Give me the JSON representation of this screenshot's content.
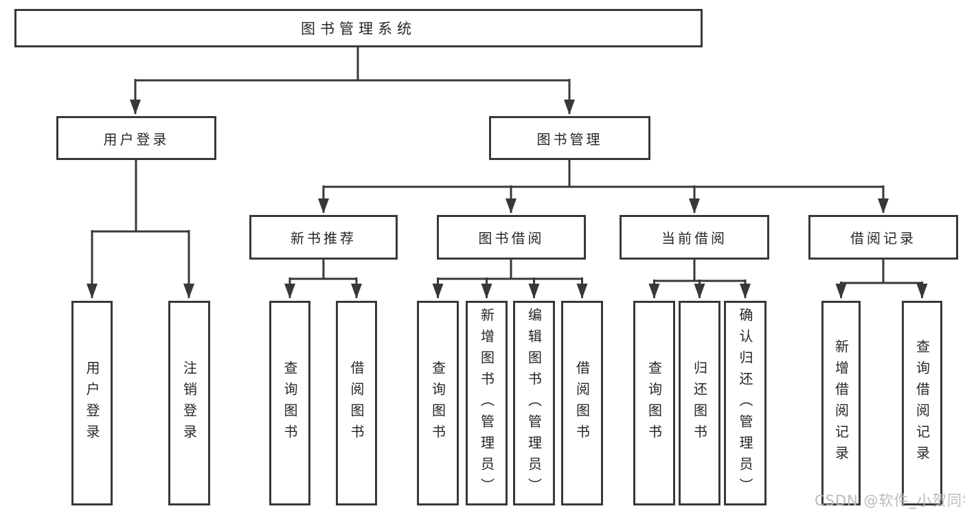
{
  "watermark": "CSDN @软件_小贺同学",
  "colors": {
    "line": "#36383b",
    "text": "#262626",
    "watermark_gray": "#b5b5b5",
    "background": "#ffffff"
  },
  "tree": {
    "label": "图书管理系统",
    "children": [
      {
        "label": "用户登录",
        "children": [
          {
            "label": "用户登录"
          },
          {
            "label": "注销登录"
          }
        ]
      },
      {
        "label": "图书管理",
        "children": [
          {
            "label": "新书推荐",
            "children": [
              {
                "label": "查询图书"
              },
              {
                "label": "借阅图书"
              }
            ]
          },
          {
            "label": "图书借阅",
            "children": [
              {
                "label": "查询图书"
              },
              {
                "label": "新增图书（管理员）"
              },
              {
                "label": "编辑图书（管理员）"
              },
              {
                "label": "借阅图书"
              }
            ]
          },
          {
            "label": "当前借阅",
            "children": [
              {
                "label": "查询图书"
              },
              {
                "label": "归还图书"
              },
              {
                "label": "确认归还（管理员）"
              }
            ]
          },
          {
            "label": "借阅记录",
            "children": [
              {
                "label": "新增借阅记录"
              },
              {
                "label": "查询借阅记录"
              }
            ]
          }
        ]
      }
    ]
  }
}
